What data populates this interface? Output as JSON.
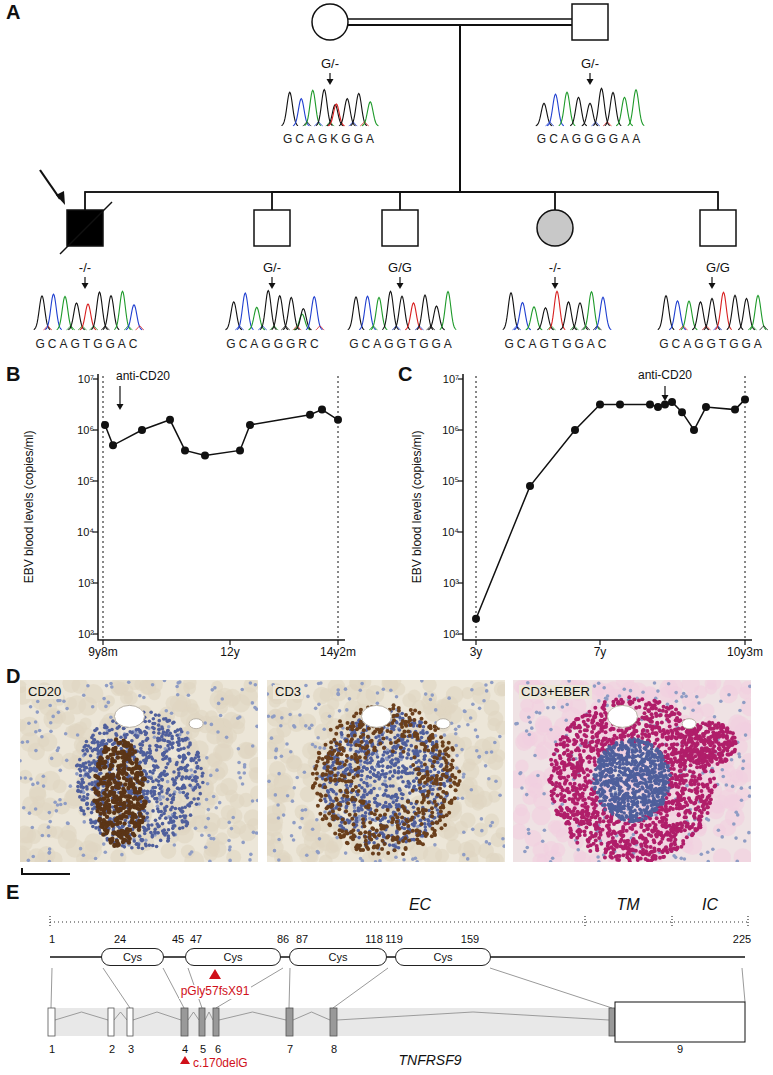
{
  "diagram": {
    "nodes": [
      {
        "text": [
          "G/-"
        ]
      },
      {
        "text": [
          "G/-"
        ]
      },
      {
        "text": [
          "-/-"
        ]
      },
      {
        "text": [
          "G/-"
        ]
      },
      {
        "text": [
          "G/G"
        ]
      },
      {
        "text": [
          "-/-"
        ]
      },
      {
        "text": [
          "G/G"
        ]
      },
      {
        "text": [
          "Cys"
        ]
      },
      {
        "text": [
          "Cys"
        ]
      },
      {
        "text": [
          "Cys"
        ]
      },
      {
        "text": [
          "Cys"
        ]
      }
    ],
    "edges": [
      {
        "from": 0,
        "to": 1,
        "arrow": "none"
      },
      {
        "from": 0,
        "to": 2,
        "arrow": "none"
      },
      {
        "from": 0,
        "to": 3,
        "arrow": "none"
      },
      {
        "from": 0,
        "to": 4,
        "arrow": "none"
      },
      {
        "from": 0,
        "to": 5,
        "arrow": "none"
      },
      {
        "from": 0,
        "to": 6,
        "arrow": "none"
      },
      {
        "from": 1,
        "to": 2,
        "arrow": "none"
      },
      {
        "from": 1,
        "to": 3,
        "arrow": "none"
      },
      {
        "from": 1,
        "to": 4,
        "arrow": "none"
      },
      {
        "from": 1,
        "to": 5,
        "arrow": "none"
      },
      {
        "from": 1,
        "to": 6,
        "arrow": "none"
      }
    ],
    "labels": [
      "A",
      "GCAGKGGA",
      "GCAGGGGAA",
      "GCAGTGGAC",
      "GCAGGGRC",
      "GCAGGTGGA",
      "GCAGTGGAC",
      "GCAGGTGGA",
      "B",
      "anti-CD20",
      "EBV blood levels (copies/ml)",
      "10⁷",
      "10⁶",
      "10⁵",
      "10⁴",
      "10³",
      "10²",
      "9y8m",
      "12y",
      "14y2m",
      "C",
      "EBV blood levels (copies/ml)",
      "10⁷",
      "10⁶",
      "10⁵",
      "10⁴",
      "10³",
      "10²",
      "anti-CD20",
      "3y",
      "7y",
      "10y3m",
      "D",
      "CD20",
      "CD3",
      "CD3+EBER",
      "E",
      "EC",
      "TM",
      "IC",
      "1",
      "24",
      "45",
      "47",
      "86",
      "87",
      "118",
      "119",
      "159",
      "225",
      "pGly57fsX91",
      "1",
      "2",
      "3",
      "4",
      "5",
      "6",
      "7",
      "8",
      "9",
      "c.170delG",
      "TNFRSF9"
    ]
  }
}
